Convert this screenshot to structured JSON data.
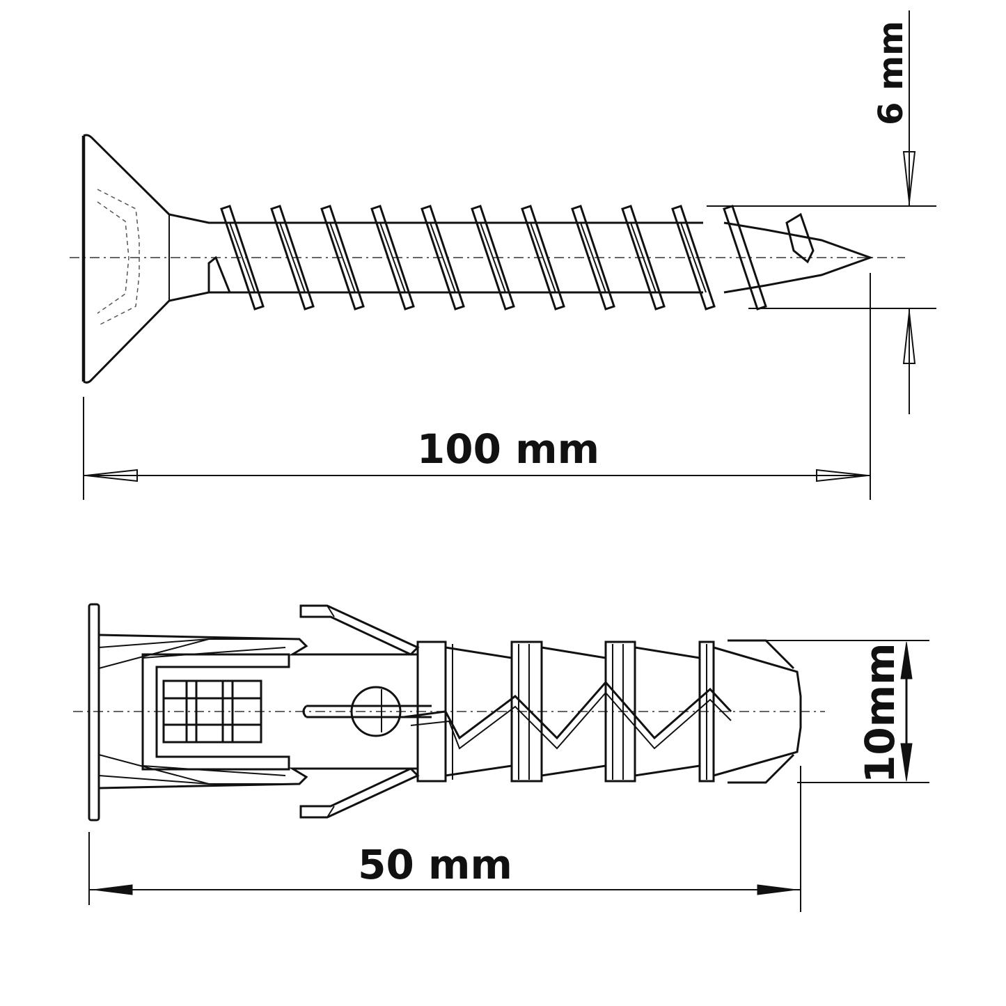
{
  "screw": {
    "length_label": "100 mm",
    "diameter_label": "6 mm"
  },
  "anchor": {
    "length_label": "50 mm",
    "diameter_label": "10mm"
  },
  "colors": {
    "ink": "#111111",
    "background": "#ffffff"
  }
}
